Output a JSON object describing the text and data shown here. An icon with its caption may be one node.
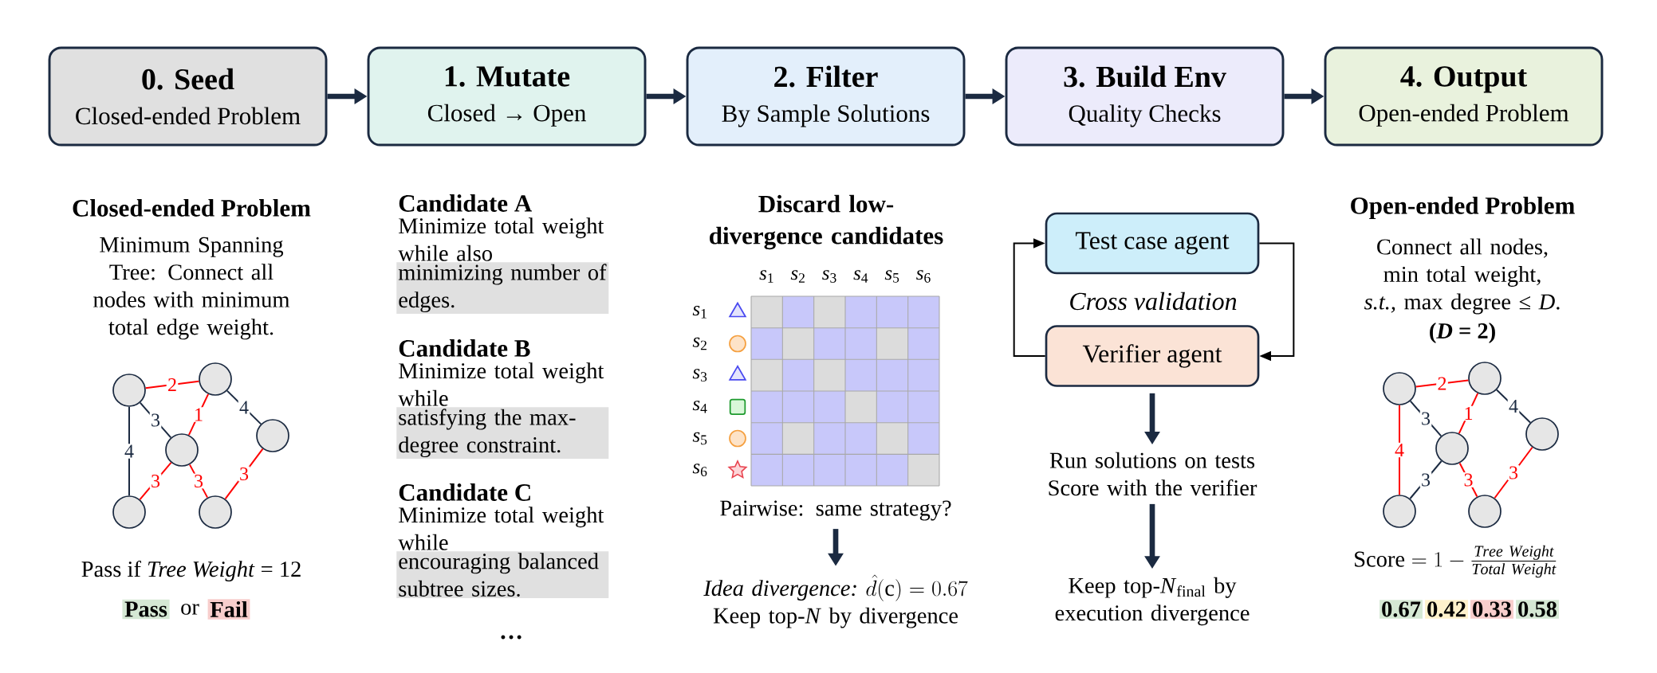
{
  "diagram": {
    "nodes": [
      {
        "text": [
          "0. Seed",
          "Closed-ended Problem"
        ]
      },
      {
        "text": [
          "1. Mutate",
          "Closed → Open"
        ]
      },
      {
        "text": [
          "2. Filter",
          "By Sample Solutions"
        ]
      },
      {
        "text": [
          "3. Build Env",
          "Quality Checks"
        ]
      },
      {
        "text": [
          "4. Output",
          "Open-ended Problem"
        ]
      },
      {
        "text": [],
        "shape": "circle"
      },
      {
        "text": [],
        "shape": "circle"
      },
      {
        "text": [],
        "shape": "circle"
      },
      {
        "text": [],
        "shape": "circle"
      },
      {
        "text": [],
        "shape": "circle"
      },
      {
        "text": [],
        "shape": "circle"
      },
      {
        "text": [
          "Pairwise: same strategy?"
        ]
      },
      {
        "text": [
          "\\textit{Idea divergence:}\\ \\hat{d}(\\textrm{c}) = 0.67",
          "Keep top-*N* by divergence"
        ]
      },
      {
        "text": [
          "Test case agent"
        ]
      },
      {
        "text": [
          "Verifier agent"
        ]
      },
      {
        "text": [
          "Run solutions on tests",
          "Score with the verifier"
        ]
      },
      {
        "text": [
          "Keep top-*N*$_{final}$ by execution divergence"
        ]
      },
      {
        "text": [],
        "shape": "circle"
      },
      {
        "text": [],
        "shape": "circle"
      },
      {
        "text": [],
        "shape": "circle"
      },
      {
        "text": [],
        "shape": "circle"
      },
      {
        "text": [],
        "shape": "circle"
      },
      {
        "text": [],
        "shape": "circle"
      }
    ],
    "edges": [
      {
        "from": 0,
        "to": 1,
        "arrow": "to",
        "style": "thick"
      },
      {
        "from": 1,
        "to": 2,
        "arrow": "to",
        "style": "thick"
      },
      {
        "from": 2,
        "to": 3,
        "arrow": "to",
        "style": "thick"
      },
      {
        "from": 3,
        "to": 4,
        "arrow": "to",
        "style": "thick"
      },
      {
        "from": 5,
        "to": 8,
        "arrow": "none",
        "label": "2",
        "color": "#ff0000"
      },
      {
        "from": 5,
        "to": 7,
        "arrow": "none",
        "label": "3"
      },
      {
        "from": 5,
        "to": 6,
        "arrow": "none",
        "label": "4"
      },
      {
        "from": 8,
        "to": 7,
        "arrow": "none",
        "label": "1",
        "color": "#ff0000"
      },
      {
        "from": 8,
        "to": 10,
        "arrow": "none",
        "label": "4"
      },
      {
        "from": 7,
        "to": 6,
        "arrow": "none",
        "label": "3",
        "color": "#ff0000"
      },
      {
        "from": 7,
        "to": 9,
        "arrow": "none",
        "label": "3",
        "color": "#ff0000"
      },
      {
        "from": 9,
        "to": 10,
        "arrow": "none",
        "label": "3",
        "color": "#ff0000"
      },
      {
        "from": 11,
        "to": 12,
        "arrow": "to",
        "style": "thick"
      },
      {
        "from": 14,
        "to": 13,
        "arrow": "to",
        "color": "#000000"
      },
      {
        "from": 13,
        "to": 14,
        "arrow": "to",
        "color": "#000000"
      },
      {
        "from": 14,
        "to": 15,
        "arrow": "to",
        "style": "thick"
      },
      {
        "from": 15,
        "to": 16,
        "arrow": "to",
        "style": "thick"
      },
      {
        "from": 17,
        "to": 20,
        "arrow": "none",
        "label": "2",
        "color": "#ff0000"
      },
      {
        "from": 17,
        "to": 19,
        "arrow": "none",
        "label": "3"
      },
      {
        "from": 17,
        "to": 18,
        "arrow": "none",
        "label": "4",
        "color": "#ff0000"
      },
      {
        "from": 20,
        "to": 19,
        "arrow": "none",
        "label": "1",
        "color": "#ff0000"
      },
      {
        "from": 20,
        "to": 22,
        "arrow": "none",
        "label": "4"
      },
      {
        "from": 19,
        "to": 18,
        "arrow": "none",
        "label": "3"
      },
      {
        "from": 19,
        "to": 21,
        "arrow": "none",
        "label": "3",
        "color": "#ff0000"
      },
      {
        "from": 21,
        "to": 22,
        "arrow": "none",
        "label": "3",
        "color": "#ff0000"
      }
    ],
    "labels": [
      "Closed-ended Problem",
      "Minimum Spanning Tree: Connect all nodes with minimum total edge weight.",
      "Pass if *Tree Weight* = 12",
      "Pass",
      "or",
      "Fail",
      "Candidate A",
      "Minimize total weight while also",
      "minimizing number of edges.",
      "Candidate B",
      "Minimize total weight while",
      "satisfying the max-degree constraint.",
      "Candidate C",
      "Minimize total weight while",
      "encouraging balanced subtree sizes.",
      "…",
      "Discard low-divergence candidates",
      "*s*$_{1}$",
      "*s*$_{2}$",
      "*s*$_{3}$",
      "*s*$_{4}$",
      "*s*$_{5}$",
      "*s*$_{6}$",
      "*s*$_{1}$",
      "*s*$_{2}$",
      "*s*$_{3}$",
      "*s*$_{4}$",
      "*s*$_{5}$",
      "*s*$_{6}$",
      "Cross validation",
      "Open-ended Problem",
      "Connect all nodes, min total weight, *s.t.,* max degree ≤ *D*.",
      "(*D* = 2)",
      "\\textrm{Score}=1-\\frac{\\mathit{Tree\\ Weight}}{\\mathit{Total\\ Weight}}",
      "0.67",
      "0.42",
      "0.33",
      "0.58"
    ]
  }
}
